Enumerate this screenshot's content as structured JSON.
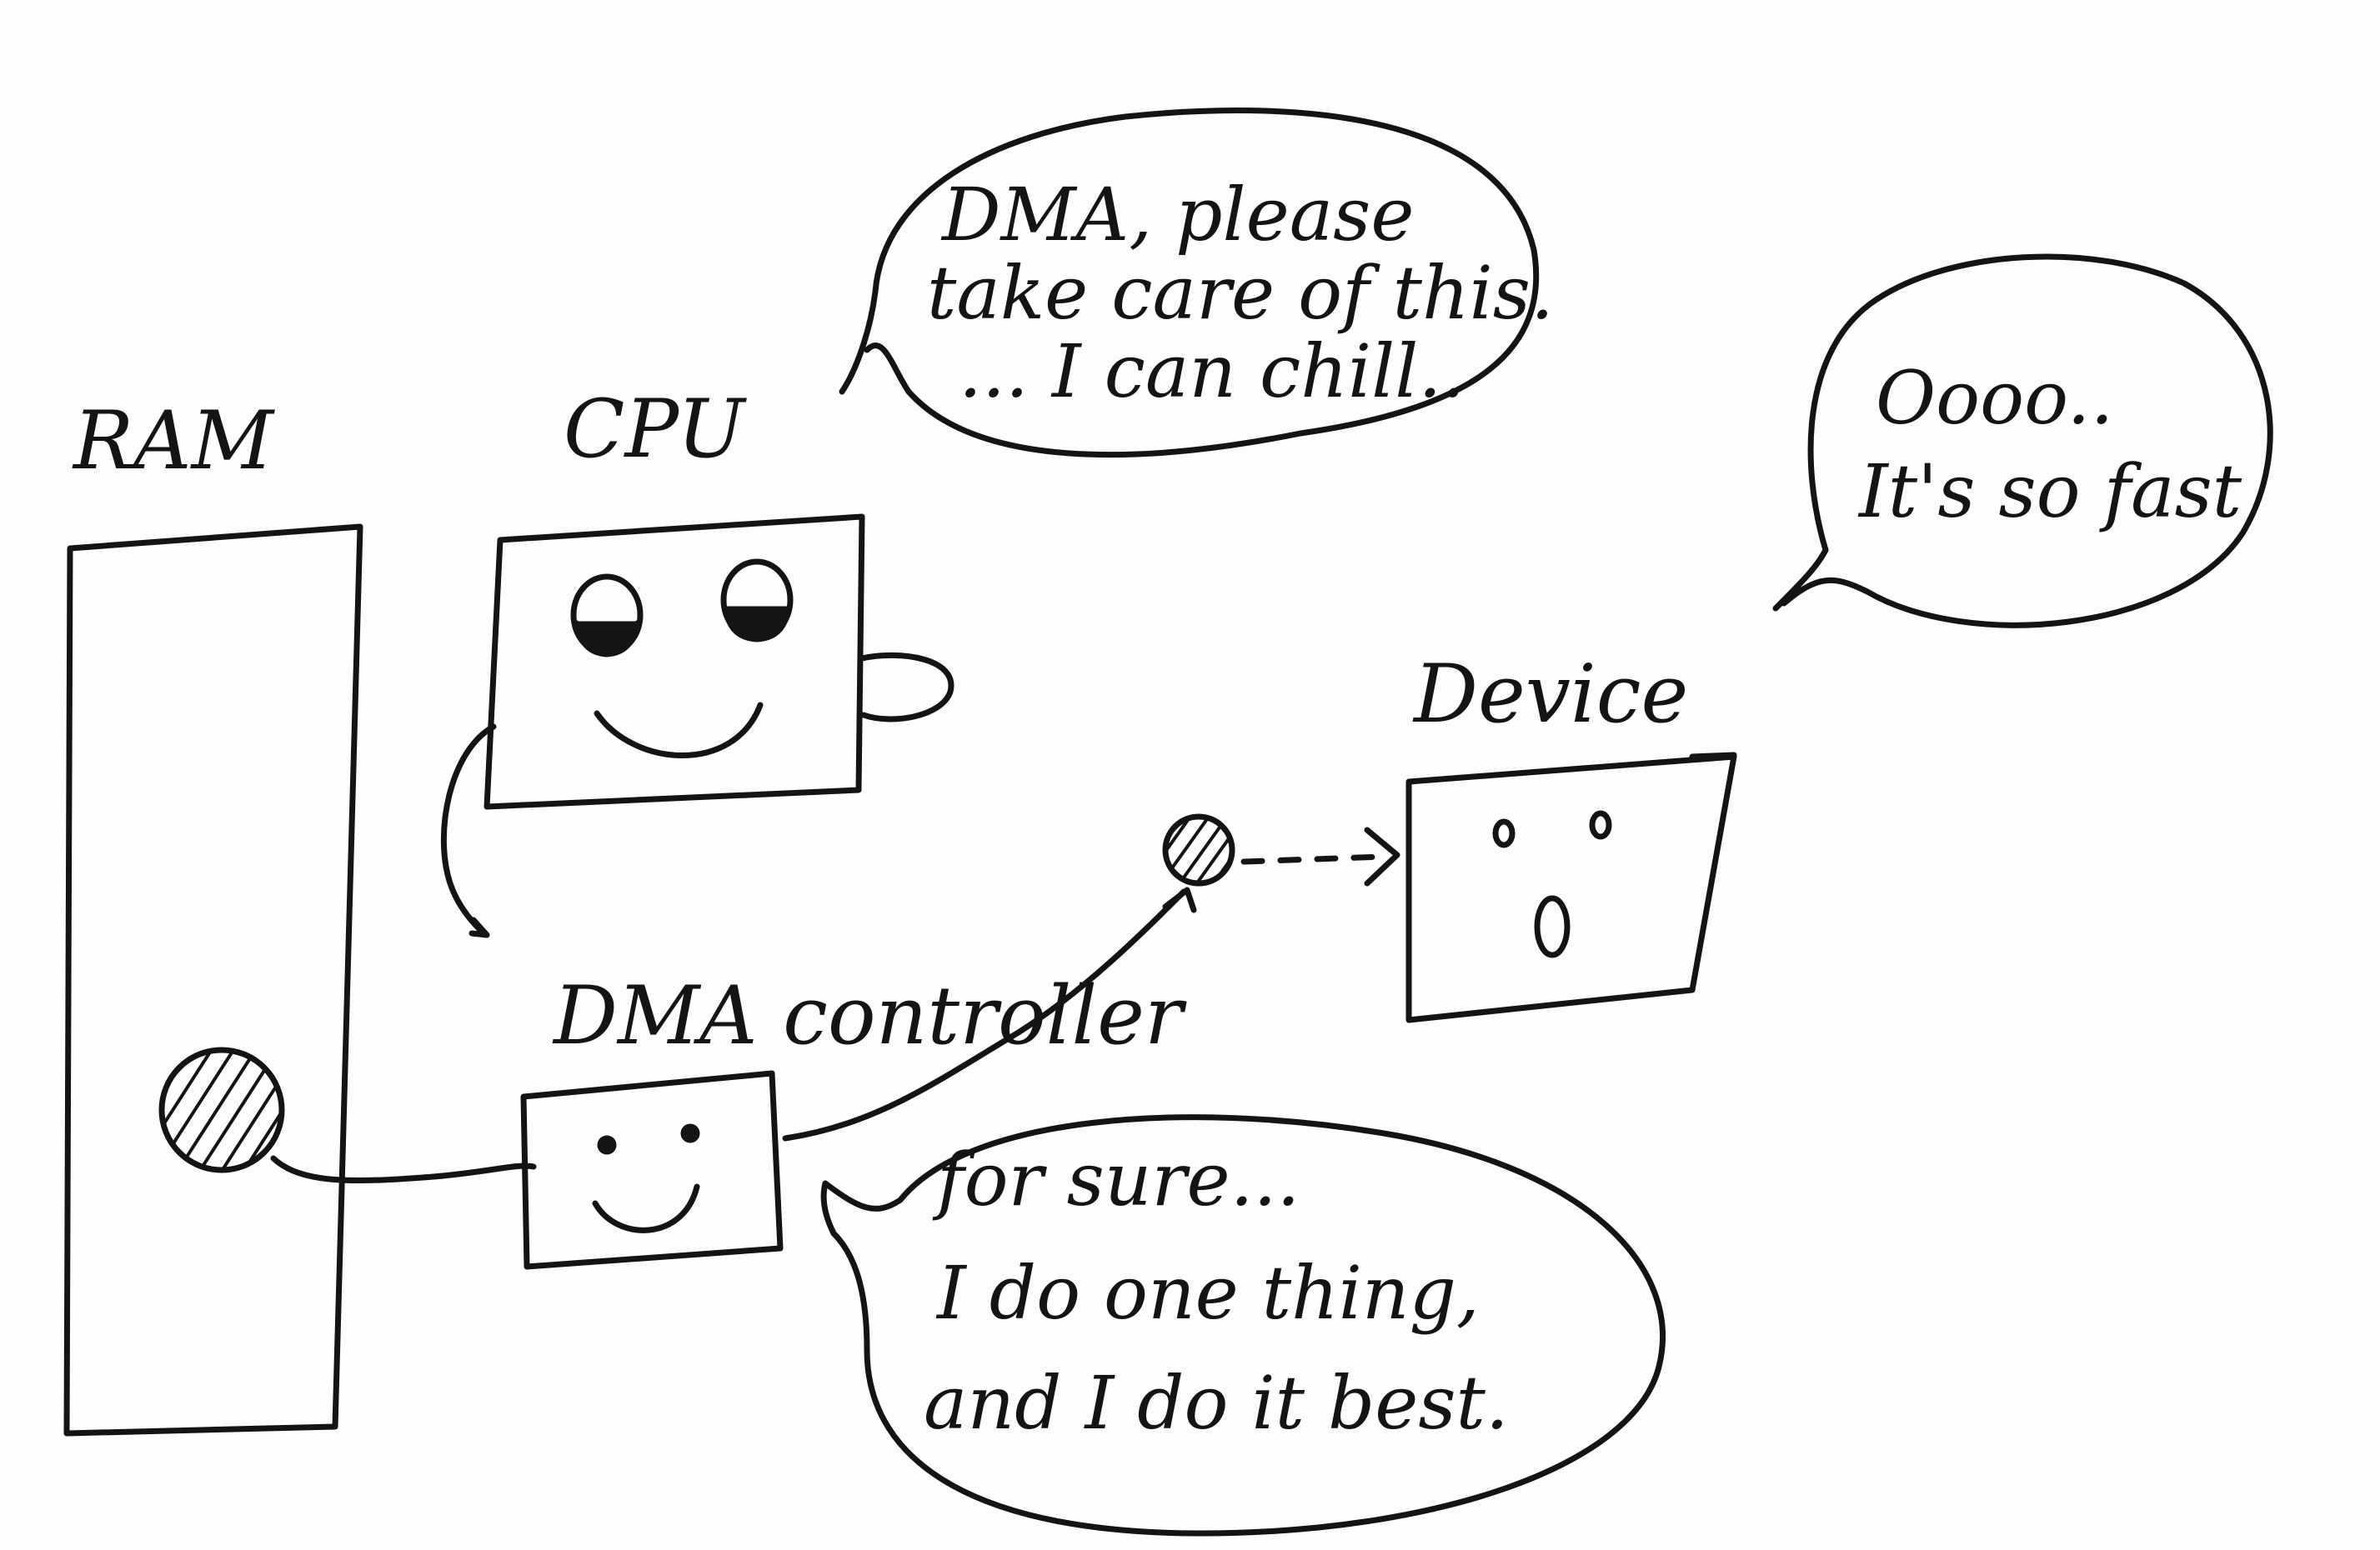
{
  "components": {
    "ram": "RAM",
    "cpu": "CPU",
    "device": "Device",
    "dma": "DMA controller"
  },
  "bubbles": {
    "cpu": [
      "DMA, please",
      "take care of this.",
      "... I can chill.."
    ],
    "device": [
      "Oooo..",
      "It's so fast"
    ],
    "dma": [
      "for sure...",
      "I do one thing,",
      "and I do it best."
    ]
  }
}
